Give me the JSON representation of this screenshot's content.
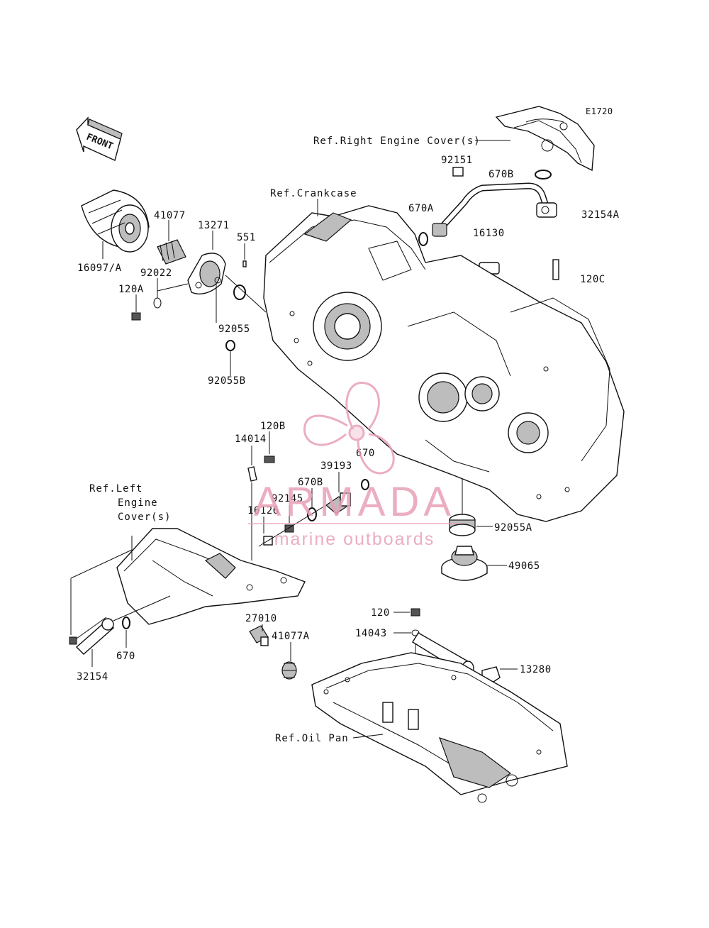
{
  "diagram": {
    "code": "E1720",
    "front_label": "FRONT",
    "refs": {
      "right_engine_cover": "Ref.Right Engine Cover(s)",
      "crankcase": "Ref.Crankcase",
      "left_engine_cover_1": "Ref.Left",
      "left_engine_cover_2": "Engine",
      "left_engine_cover_3": "Cover(s)",
      "oil_pan": "Ref.Oil Pan"
    },
    "parts": {
      "p92151": "92151",
      "p670B_top": "670B",
      "p670A": "670A",
      "p32154A": "32154A",
      "p16130": "16130",
      "p120C": "120C",
      "p16097A": "16097/A",
      "p41077": "41077",
      "p13271": "13271",
      "p551": "551",
      "p92022": "92022",
      "p120A": "120A",
      "p92055": "92055",
      "p92055B": "92055B",
      "p120B": "120B",
      "p14014": "14014",
      "p670_mid": "670",
      "p39193": "39193",
      "p670B_mid": "670B",
      "p92145": "92145",
      "p16126": "16126",
      "p92055A": "92055A",
      "p49065": "49065",
      "p120": "120",
      "p14043": "14043",
      "p27010": "27010",
      "p41077A": "41077A",
      "p13280": "13280",
      "p670_left": "670",
      "p32154": "32154"
    }
  },
  "watermark": {
    "brand": "ARMADA",
    "tagline": "marine outboards",
    "color": "#e8a0b6"
  }
}
